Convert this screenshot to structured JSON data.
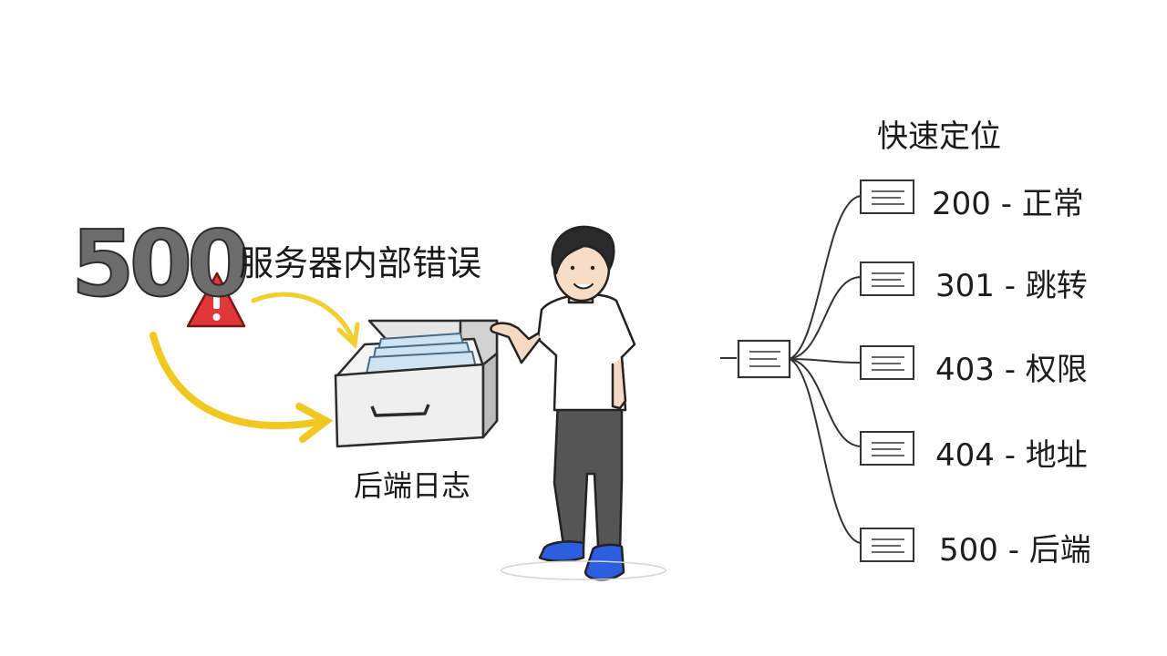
{
  "diagram": {
    "error_code": "500",
    "error_title": "服务器内部错误",
    "log_label": "后端日志",
    "quick_title": "快速定位",
    "status_items": [
      {
        "label": "200 - 正常"
      },
      {
        "label": "301 - 跳转"
      },
      {
        "label": "403 - 权限"
      },
      {
        "label": "404 - 地址"
      },
      {
        "label": "500 - 后端"
      }
    ],
    "colors": {
      "arrow": "#f2cf2e",
      "warning": "#e0383a",
      "shoes": "#2d5ee0",
      "pants": "#4a4a4a",
      "folders": "#cfe4f3"
    }
  }
}
